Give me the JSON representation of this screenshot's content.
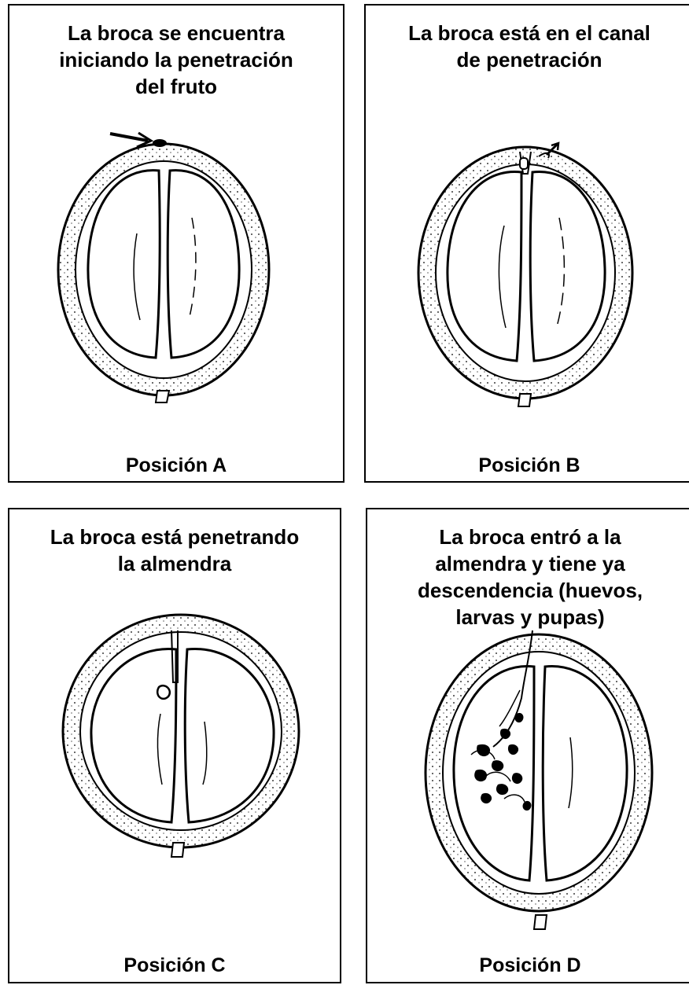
{
  "panels": [
    {
      "id": "A",
      "caption": "La broca se encuentra\niniciando la penetración\ndel fruto",
      "label": "Posición A"
    },
    {
      "id": "B",
      "caption": "La broca está en el canal\nde penetración",
      "label": "Posición B"
    },
    {
      "id": "C",
      "caption": "La broca  está penetrando\nla almendra",
      "label": "Posición C"
    },
    {
      "id": "D",
      "caption": "La broca  entró a la\nalmendra y tiene ya\ndescendencia (huevos,\nlarvas y pupas)",
      "label": "Posición D"
    }
  ]
}
